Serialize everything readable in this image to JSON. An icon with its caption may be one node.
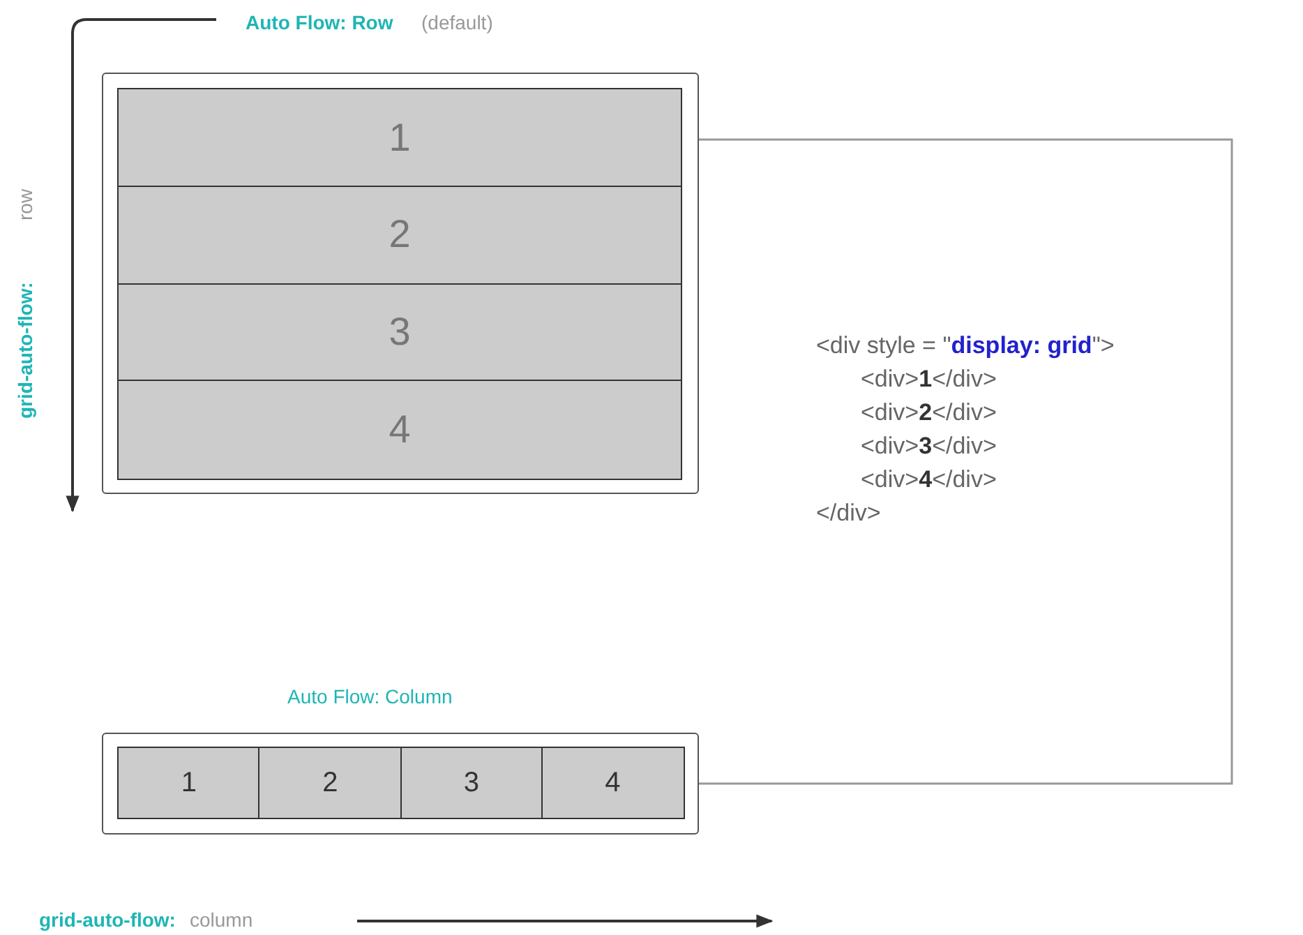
{
  "diagram": {
    "nodes": [
      {
        "text": [
          "Auto Flow: Row",
          "(default)"
        ]
      },
      {
        "text": [
          "1"
        ],
        "in": 0
      },
      {
        "text": [
          "2"
        ],
        "in": 0
      },
      {
        "text": [
          "3"
        ],
        "in": 0
      },
      {
        "text": [
          "4"
        ],
        "in": 0
      },
      {
        "text": [
          "<div style = \"**display: grid**\">",
          "<div>**1**</div>",
          "<div>**2**</div>",
          "<div>**3**</div>",
          "<div>**4**</div>",
          "</div>"
        ]
      },
      {
        "text": [
          "Auto Flow: Column"
        ]
      },
      {
        "text": [
          "1"
        ],
        "in": 6
      },
      {
        "text": [
          "2"
        ],
        "in": 6
      },
      {
        "text": [
          "3"
        ],
        "in": 6
      },
      {
        "text": [
          "4"
        ],
        "in": 6
      }
    ],
    "edges": [
      {
        "from": 0,
        "to": 6,
        "arrow": "none"
      }
    ],
    "labels": [
      "grid-auto-flow:",
      "row",
      "grid-auto-flow:",
      "column"
    ]
  }
}
